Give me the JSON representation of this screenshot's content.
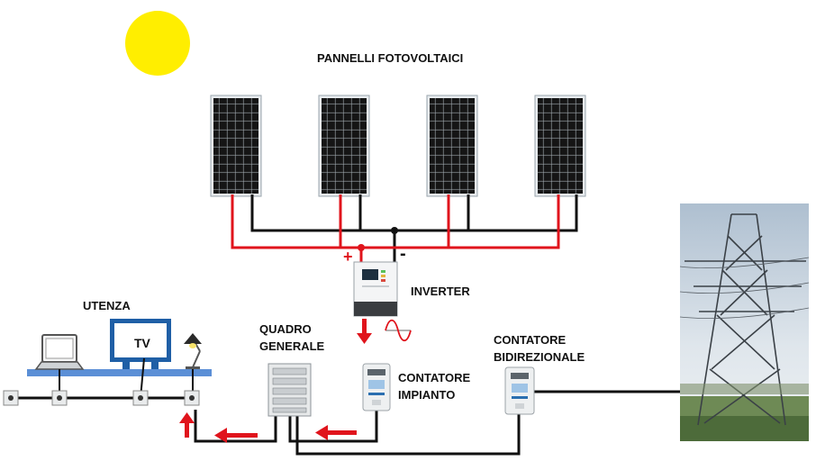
{
  "labels": {
    "panels": "PANNELLI FOTOVOLTAICI",
    "inverter": "INVERTER",
    "utenza": "UTENZA",
    "tv": "TV",
    "quadro_line1": "QUADRO",
    "quadro_line2": "GENERALE",
    "contatore_impianto_line1": "CONTATORE",
    "contatore_impianto_line2": "IMPIANTO",
    "contatore_bidirezionale_line1": "CONTATORE",
    "contatore_bidirezionale_line2": "BIDIREZIONALE",
    "plus": "+",
    "minus": "-"
  },
  "colors": {
    "positive_wire": "#e0141c",
    "negative_wire": "#111111",
    "sun": "#ffee00",
    "flow_arrow": "#e0141c",
    "panel_cell": "#1c1c1c",
    "desk": "#5b8fd6"
  },
  "icons": [
    "sun-icon",
    "solar-panel-icon",
    "inverter-icon",
    "meter-icon",
    "distribution-board-icon",
    "laptop-icon",
    "tv-icon",
    "lamp-icon",
    "power-outlet-icon",
    "power-pylon-icon",
    "sine-wave-icon"
  ]
}
